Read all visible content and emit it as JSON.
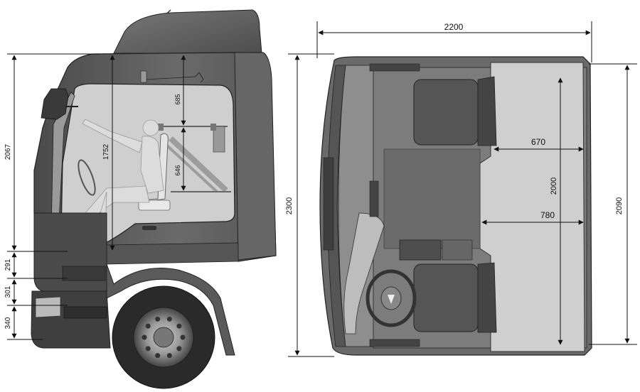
{
  "dimensions": {
    "overall_width": "2200",
    "side_total_height": "2067",
    "interior_height": "1752",
    "roof_offset": "685",
    "bunk_height": "646",
    "step_1": "291",
    "step_2": "301",
    "step_3": "340",
    "top_depth": "2300",
    "bunk_width_upper": "670",
    "bunk_width_lower": "780",
    "bunk_length": "2000",
    "cab_depth_right": "2090"
  },
  "colors": {
    "cab_body": "#5f5f5f",
    "cab_dark": "#3c3c3c",
    "cab_light": "#8a8a8a",
    "interior": "#c9c9c9",
    "floor": "#7a7a7a",
    "seat": "#555555",
    "figure": "#d9d9d9"
  }
}
